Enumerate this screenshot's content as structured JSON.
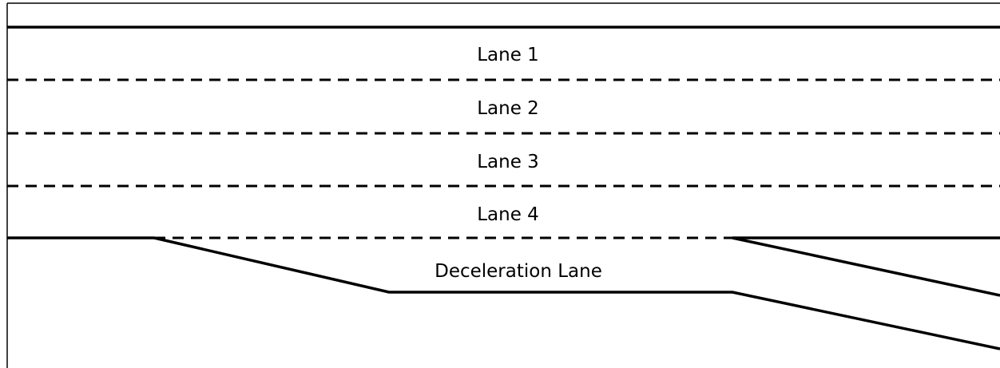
{
  "lanes": {
    "lane_1": "Lane 1",
    "lane_2": "Lane 2",
    "lane_3": "Lane 3",
    "lane_4": "Lane 4",
    "deceleration": "Deceleration Lane"
  },
  "colors": {
    "line": "#000000",
    "background": "#ffffff"
  }
}
